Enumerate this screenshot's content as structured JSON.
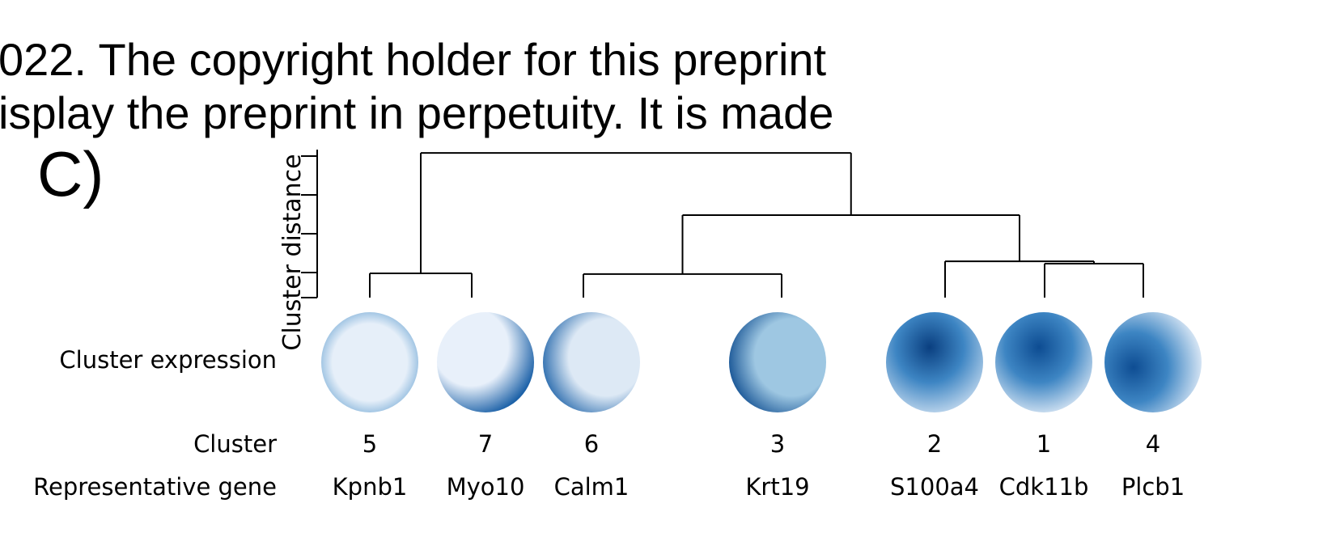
{
  "watermark": {
    "line1": "022. The copyright holder for this preprint",
    "line2": "isplay the preprint in perpetuity. It is made"
  },
  "panel_label": "C)",
  "row_labels": {
    "expression": "Cluster expression",
    "cluster": "Cluster",
    "gene": "Representative gene"
  },
  "chart_data": {
    "type": "dendrogram",
    "ylabel": "Cluster distance",
    "yticks": [
      1,
      2,
      3,
      4
    ],
    "tick_labels_shown": false,
    "leaves": [
      {
        "cluster": "5",
        "gene": "Kpnb1",
        "expr": {
          "base": "#e6eff9",
          "dark": "#2f7fbf",
          "pattern": "ring"
        }
      },
      {
        "cluster": "7",
        "gene": "Myo10",
        "expr": {
          "base": "#e8f0fa",
          "dark": "#1d62a8",
          "pattern": "right"
        }
      },
      {
        "cluster": "6",
        "gene": "Calm1",
        "expr": {
          "base": "#dde9f5",
          "dark": "#1d62a8",
          "pattern": "left"
        }
      },
      {
        "cluster": "3",
        "gene": "Krt19",
        "expr": {
          "base": "#9ec7e2",
          "dark": "#0b4a8e",
          "pattern": "left"
        }
      },
      {
        "cluster": "2",
        "gene": "S100a4",
        "expr": {
          "base": "#c6dbef",
          "dark": "#0a3f80",
          "pattern": "center"
        }
      },
      {
        "cluster": "1",
        "gene": "Cdk11b",
        "expr": {
          "base": "#dbe8f5",
          "dark": "#0d4c92",
          "pattern": "center"
        }
      },
      {
        "cluster": "4",
        "gene": "Plcb1",
        "expr": {
          "base": "#d3e3f3",
          "dark": "#0e4d93",
          "pattern": "spots"
        }
      }
    ],
    "merges": [
      {
        "left": "5",
        "right": "7",
        "height": 0.98
      },
      {
        "left": "6",
        "right": "3",
        "height": 0.96
      },
      {
        "left": "1",
        "right": "4",
        "height": 1.23
      },
      {
        "left": "2",
        "right": "1,4",
        "height": 1.29
      },
      {
        "left": "6,3",
        "right": "2,1,4",
        "height": 2.48
      },
      {
        "left": "5,7",
        "right": "6,3,2,1,4",
        "height": 4.08
      }
    ]
  }
}
